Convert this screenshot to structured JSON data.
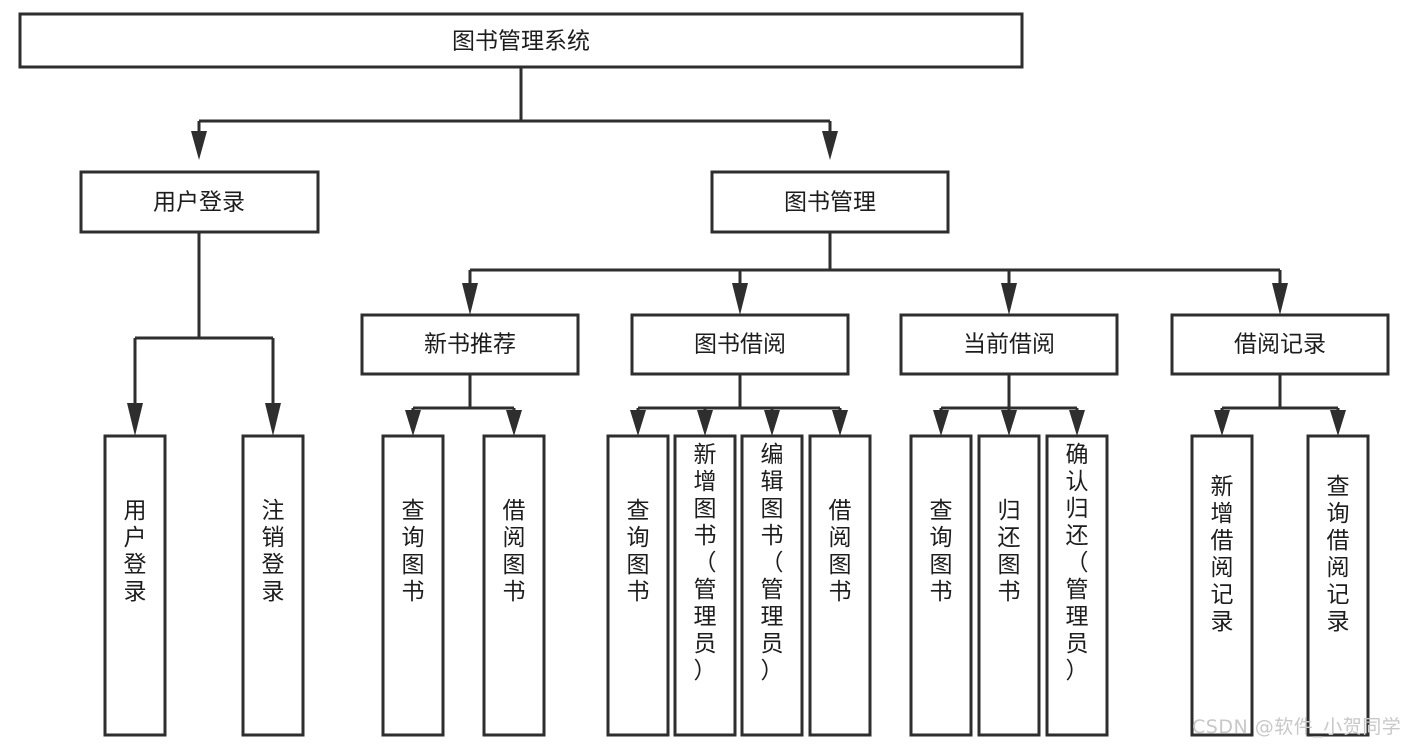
{
  "diagram": {
    "title": "图书管理系统",
    "watermark": "CSDN @软件_小贺同学",
    "colors": {
      "stroke": "#2e2e2e",
      "box_fill": "#ffffff",
      "text": "#1d1d1d",
      "background": "#ffffff",
      "watermark": "#c8c8c8"
    },
    "root": {
      "label": "图书管理系统"
    },
    "level2": [
      {
        "label": "用户登录"
      },
      {
        "label": "图书管理"
      }
    ],
    "level3": [
      {
        "label": "新书推荐"
      },
      {
        "label": "图书借阅"
      },
      {
        "label": "当前借阅"
      },
      {
        "label": "借阅记录"
      }
    ],
    "leaves": {
      "user_login": [
        {
          "label": "用户登录"
        },
        {
          "label": "注销登录"
        }
      ],
      "new_book_recommend": [
        {
          "label": "查询图书"
        },
        {
          "label": "借阅图书"
        }
      ],
      "book_borrow": [
        {
          "label": "查询图书"
        },
        {
          "label": "新增图书（管理员）"
        },
        {
          "label": "编辑图书（管理员）"
        },
        {
          "label": "借阅图书"
        }
      ],
      "current_borrow": [
        {
          "label": "查询图书"
        },
        {
          "label": "归还图书"
        },
        {
          "label": "确认归还（管理员）"
        }
      ],
      "borrow_record": [
        {
          "label": "新增借阅记录"
        },
        {
          "label": "查询借阅记录"
        }
      ]
    }
  }
}
